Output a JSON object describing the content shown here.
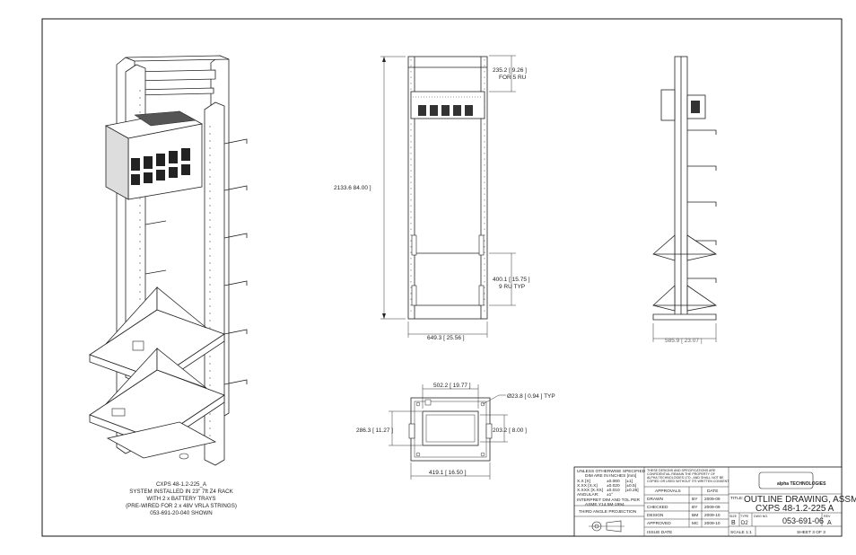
{
  "caption": {
    "lines": [
      "CXPS 48-1.2-225_A",
      "SYSTEM INSTALLED IN 23\" 7ft Z4 RACK",
      "WITH 2 x BATTERY TRAYS",
      "(PRE-WIRED FOR 2 x 48V VRLA STRINGS)",
      "053-691-20-040 SHOWN"
    ]
  },
  "dimensions": {
    "top_ru": [
      "235.2 [ 9.26 ]",
      "FOR 5 RU"
    ],
    "height": "2133.6  84.00 ]",
    "bottom_ru": [
      "400.1 [ 15.75 ]",
      "9 RU TYP"
    ],
    "front_width": "649.3 [ 25.56 ]",
    "side_depth": "585.9 [ 23.07 ]",
    "plan_inner_width": "502.2 [ 19.77 ]",
    "hole": "Ø23.8 [ 0.94 ]  TYP",
    "plan_depth": "286.3 [ 11.27 ]",
    "plan_right": "203.2 [ 8.00 ]",
    "plan_base": "419.1 [ 16.50 ]"
  },
  "title_block": {
    "tolerance_header": [
      "UNLESS OTHERWISE SPECIFIED",
      "DIM ARE IN INCHES [mm]"
    ],
    "tolerances": [
      [
        "X.X [X]",
        "±0.060",
        "[±1]"
      ],
      [
        "X.XX [X.X]",
        "±0.020",
        "[±0.5]"
      ],
      [
        "X.XXX [X.XX]",
        "±0.010",
        "[±0.25]"
      ],
      [
        "ANGULAR:",
        "±1°",
        ""
      ]
    ],
    "standard": [
      "INTERPRET DIM AND TOL PER",
      "ASME Y14.5M-1994"
    ],
    "projection": "THIRD ANGLE PROJECTION",
    "confidential": [
      "THESE DESIGNS AND SPECIFICATIONS ARE",
      "CONFIDENTIAL REMAIN THE PROPERTY OF",
      "ALPHA TECHNOLOGIES LTD., AND SHALL NOT BE",
      "COPIED OR USED WITHOUT ITS WRITTEN CONSENT"
    ],
    "approvals_header": "APPROVALS",
    "date_header": "DATE",
    "approvals": [
      {
        "role": "DRAWN",
        "by": "BY",
        "date": "2009-09"
      },
      {
        "role": "CHECKED",
        "by": "BY",
        "date": "2009-09"
      },
      {
        "role": "DESIGN",
        "by": "BM",
        "date": "2009-10"
      },
      {
        "role": "APPROVED",
        "by": "MC",
        "date": "2009-10"
      }
    ],
    "issue_date": "ISSUE DATE",
    "logo": "alpha TECHNOLOGIES",
    "title_label": "TITLE:",
    "title_lines": [
      "OUTLINE DRAWING, ASSM,",
      "CXPS 48-1.2-225 A"
    ],
    "size_label": "SIZE",
    "size": "B",
    "type_label": "TYPE",
    "type": "D2",
    "dwg_label": "DWG NO.",
    "dwg_no": "053-691-06",
    "rev_label": "REV",
    "rev": "A",
    "scale": "SCALE  1:1",
    "sheet": "SHEET  3 OF 3"
  }
}
